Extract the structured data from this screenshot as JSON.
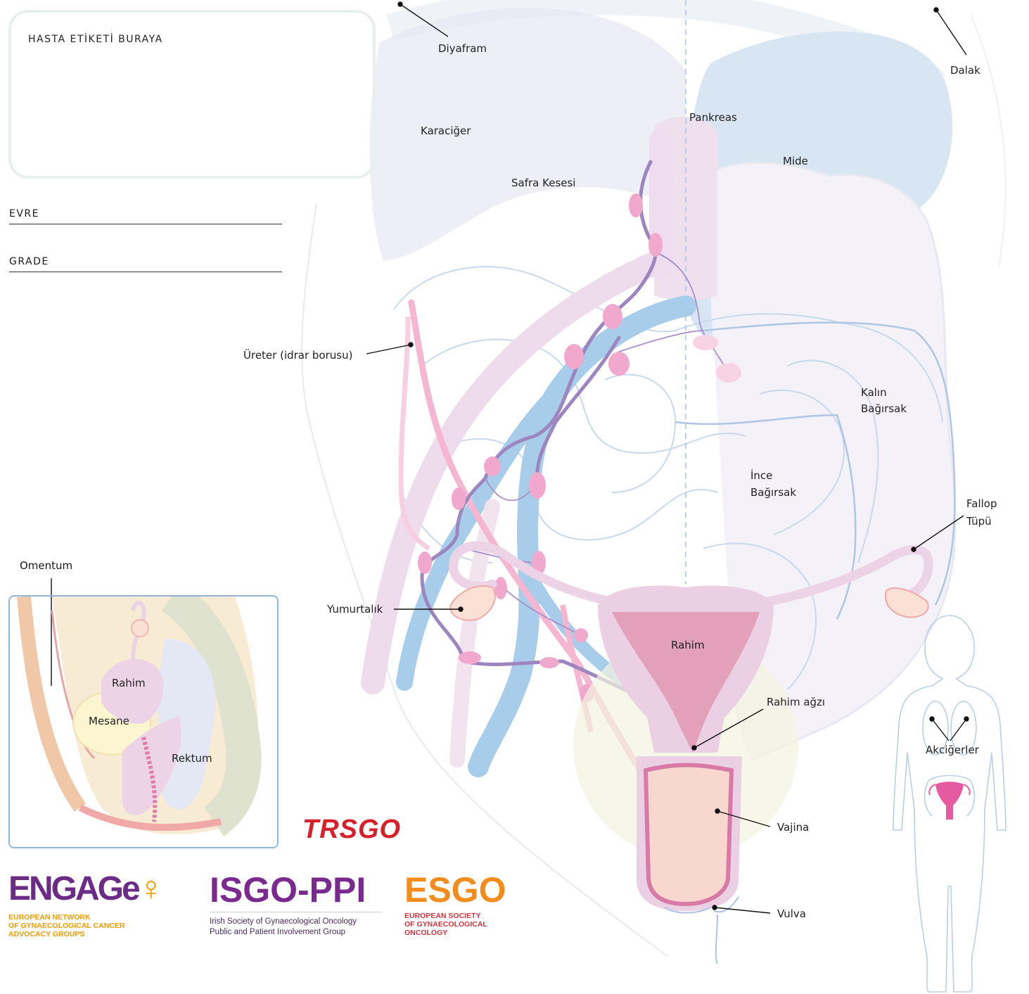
{
  "patient_label": "HASTA ETİKETİ BURAYA",
  "fields": {
    "stage": "EVRE",
    "grade": "GRADE"
  },
  "labels": {
    "diaphragm": "Diyafram",
    "spleen": "Dalak",
    "pancreas": "Pankreas",
    "liver": "Karaciğer",
    "stomach": "Mide",
    "gallbladder": "Safra Kesesi",
    "ureter": "Üreter (idrar borusu)",
    "large_bowel_1": "Kalın",
    "large_bowel_2": "Bağırsak",
    "small_bowel_1": "İnce",
    "small_bowel_2": "Bağırsak",
    "fallopian_1": "Fallop",
    "fallopian_2": "Tüpü",
    "ovary": "Yumurtalık",
    "uterus": "Rahim",
    "cervix": "Rahim ağzı",
    "vagina": "Vajina",
    "vulva": "Vulva",
    "lungs": "Akciğerler"
  },
  "inset": {
    "omentum": "Omentum",
    "uterus": "Rahim",
    "bladder": "Mesane",
    "rectum": "Rektum"
  },
  "logos": {
    "trsgo": "TRSGO",
    "engage": "ENGAGe",
    "engage_sub_1": "EUROPEAN NETWORK",
    "engage_sub_2": "OF GYNAECOLOGICAL CANCER",
    "engage_sub_3": "ADVOCACY GROUPS",
    "isgo": "ISGO-PPI",
    "isgo_sub_1": "Irish Society of Gynaecological Oncology",
    "isgo_sub_2": "Public and Patient Involvement Group",
    "esgo": "ESGO",
    "esgo_sub_1": "EUROPEAN SOCIETY",
    "esgo_sub_2": "OF GYNAECOLOGICAL",
    "esgo_sub_3": "ONCOLOGY"
  },
  "colors": {
    "organ_pink": "#e9cfe3",
    "vein_blue": "#a8cdea",
    "lymph_purple": "#9d86bf",
    "node_pink": "#f0a8cc",
    "ureter_pink": "#f4b6d0",
    "bowel_outline": "#b9cfe6",
    "uterus_dark": "#e3a1b9",
    "isgo_purple": "#7a2a8e",
    "engage_purple": "#6c2b86",
    "engage_orange": "#f29a00",
    "esgo_orange": "#f28c1c",
    "esgo_red": "#d0343f",
    "trsgo_red": "#d6212b"
  }
}
